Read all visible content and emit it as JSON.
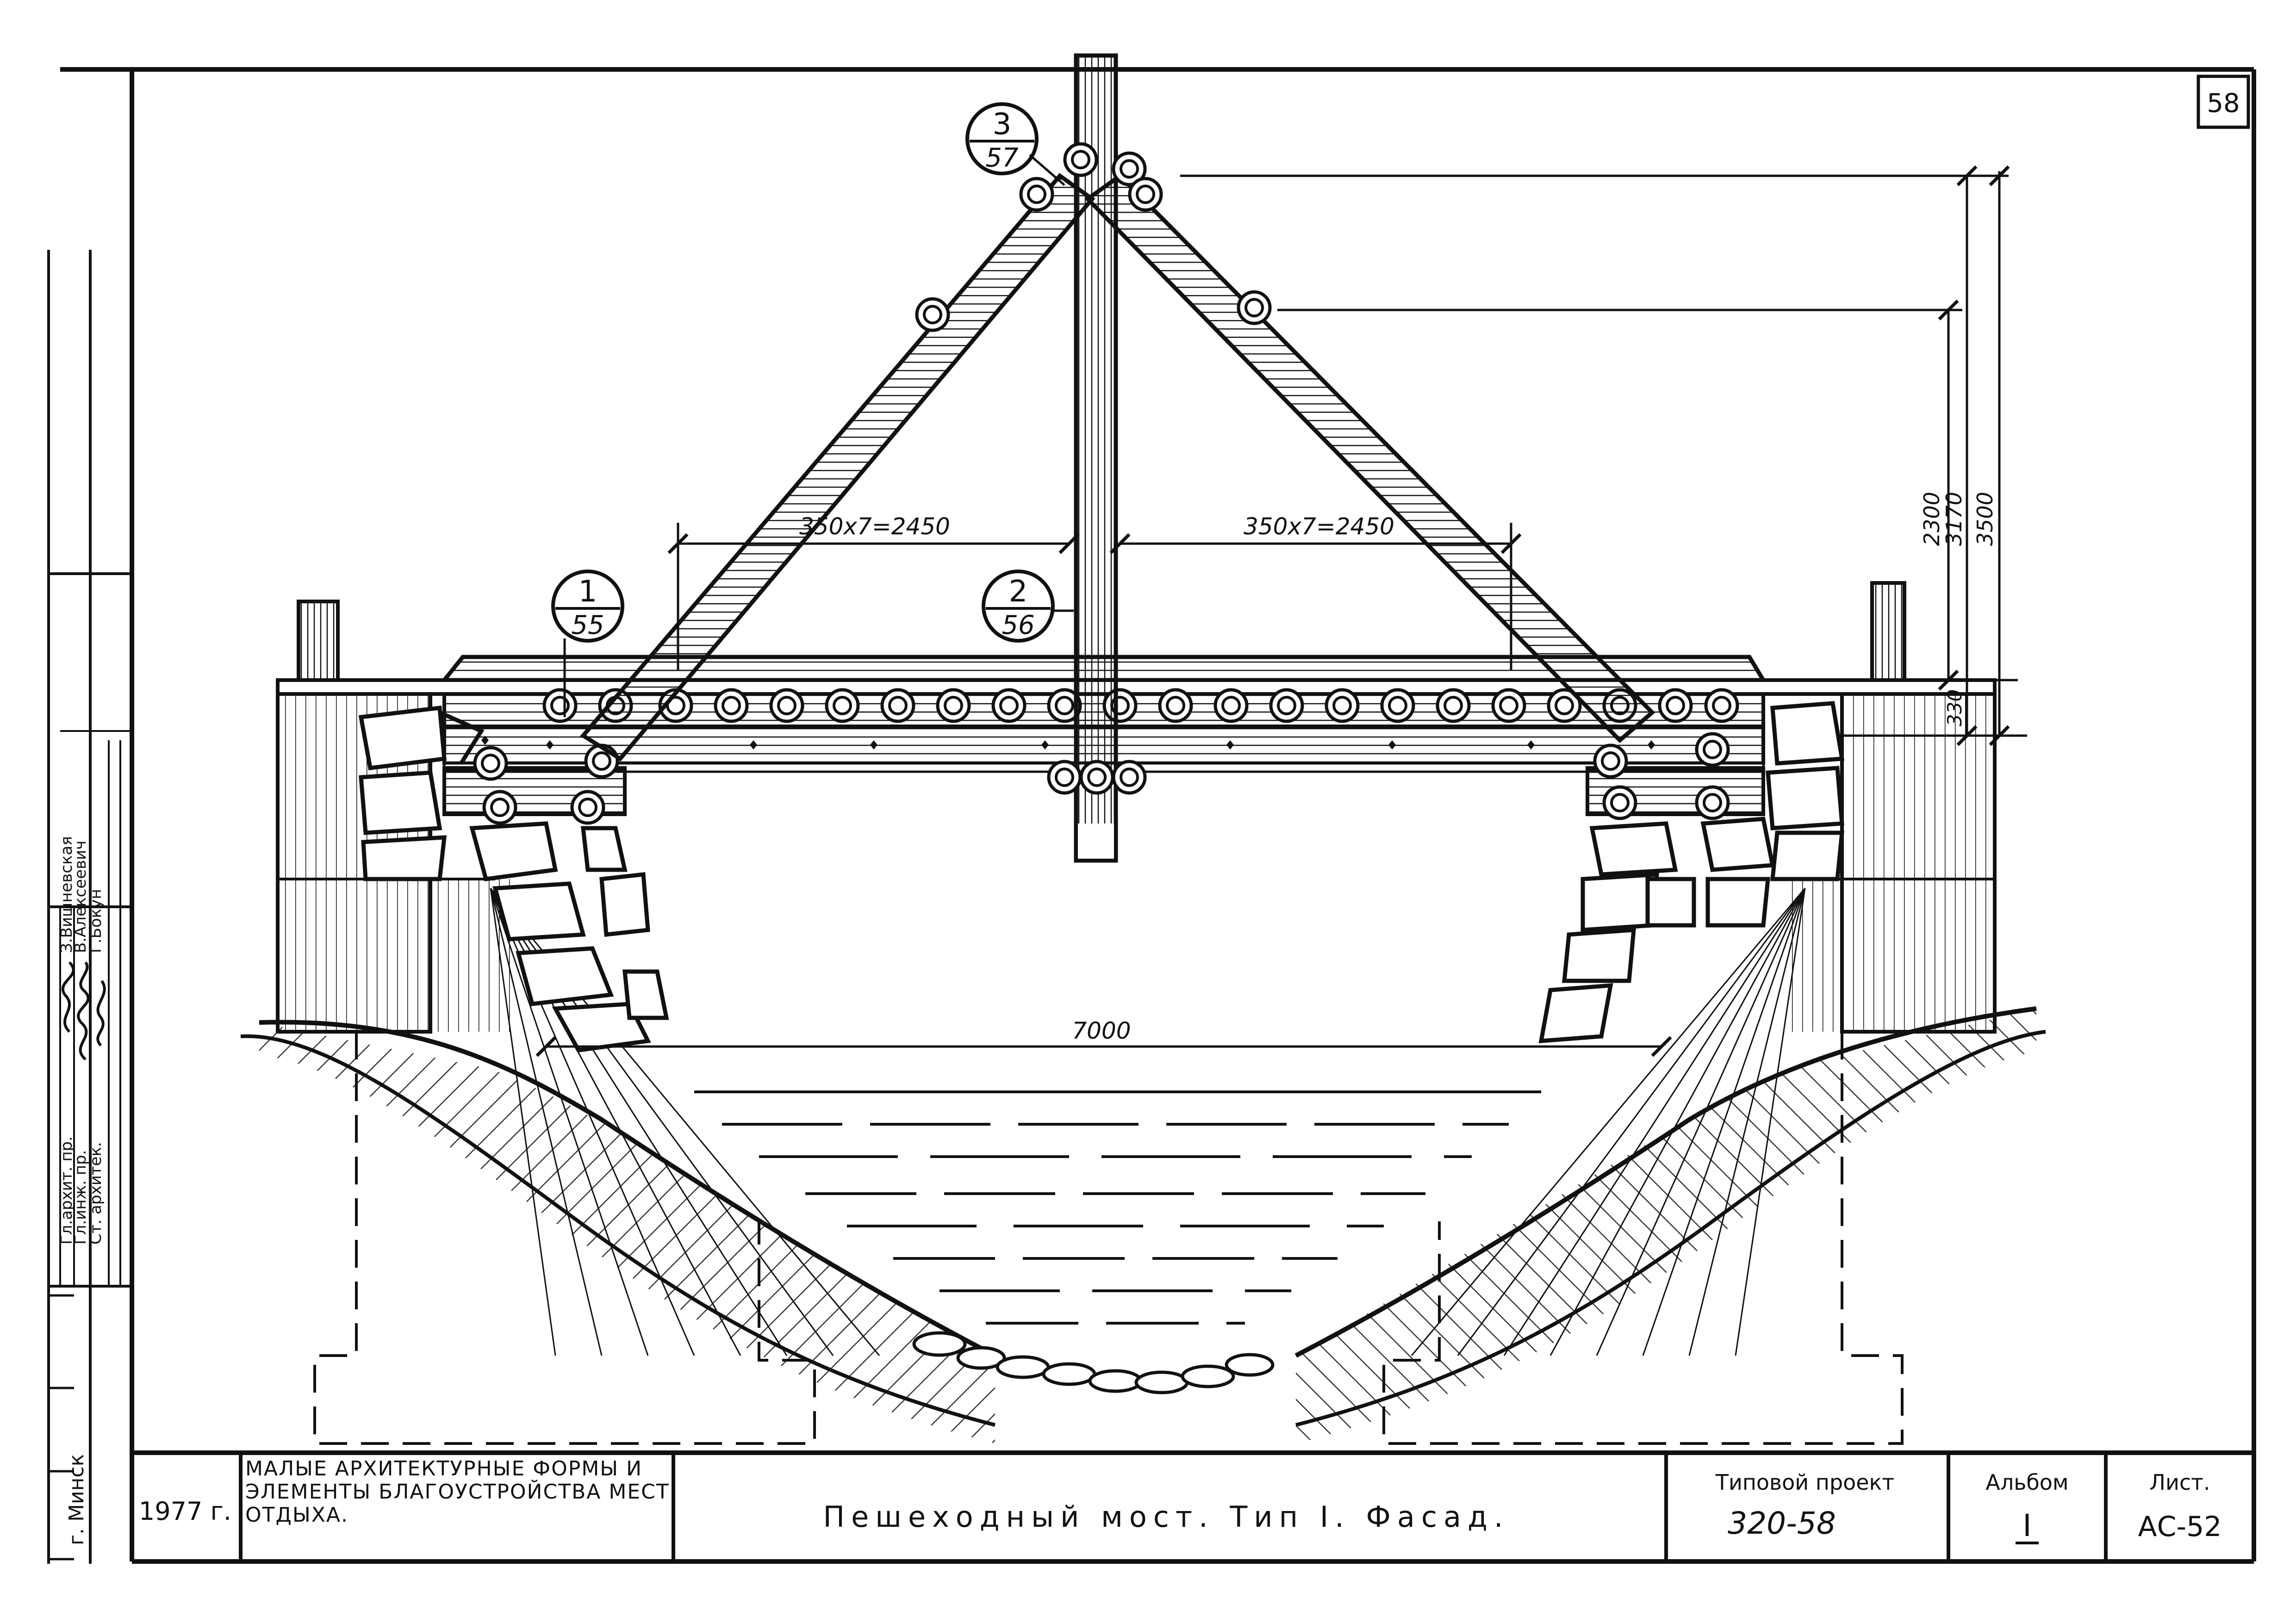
{
  "sheet": {
    "number": "58"
  },
  "callouts": [
    {
      "num": "3",
      "sheet": "57"
    },
    {
      "num": "1",
      "sheet": "55"
    },
    {
      "num": "2",
      "sheet": "56"
    }
  ],
  "dimensions": {
    "span_left": "350x7=2450",
    "span_right": "350x7=2450",
    "clear_span": "7000",
    "height_1": "2300",
    "height_2": "3170",
    "height_3": "3500",
    "deck": "330"
  },
  "signatures": {
    "rows": [
      {
        "role": "Гл.архит. пр.",
        "name": "З.Вишневская"
      },
      {
        "role": "Гл.инж. пр.",
        "name": "В.Алексеевич"
      },
      {
        "role": "Ст. архитек.",
        "name": "Г.Бокун"
      }
    ],
    "city": "г. Минск"
  },
  "title_block": {
    "year": "1977 г.",
    "series": "Малые архитектурные формы и элементы благоустройства мест отдыха.",
    "title": "Пешеходный мост. Тип I. Фасад.",
    "project_label": "Типовой проект",
    "project_number": "320-58",
    "album_label": "Альбом",
    "album_number": "I",
    "sheet_label": "Лист.",
    "sheet_code": "АС-52"
  }
}
